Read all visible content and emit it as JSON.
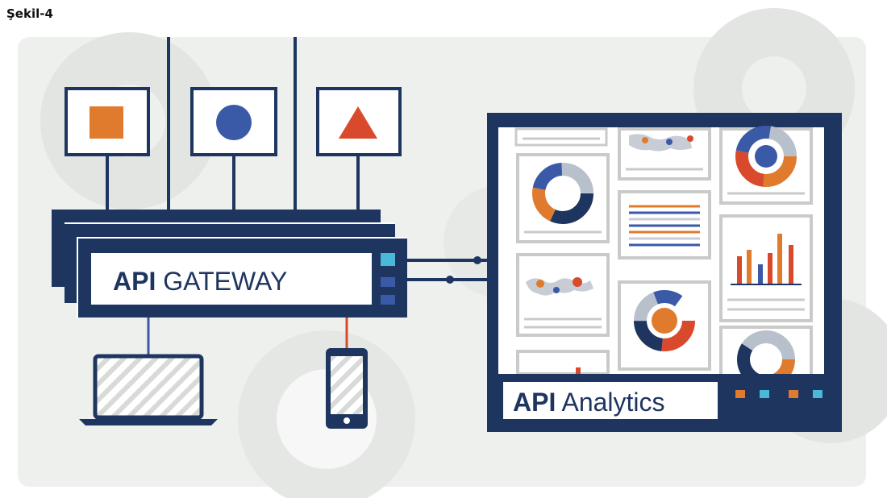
{
  "caption": "Şekil-4",
  "gateway": {
    "bold": "API",
    "rest": " GATEWAY"
  },
  "analytics": {
    "bold": "API",
    "rest": " Analytics"
  },
  "colors": {
    "navy": "#1e3560",
    "blue": "#3a5aa8",
    "orange": "#e07b2e",
    "red": "#d9492b",
    "cyan": "#4ab8d8",
    "light_grey": "#e3e6e3"
  },
  "services": [
    {
      "shape": "square",
      "icon": "square-icon"
    },
    {
      "shape": "circle",
      "icon": "circle-icon"
    },
    {
      "shape": "triangle",
      "icon": "triangle-icon"
    }
  ],
  "clients": [
    "laptop-icon",
    "phone-icon"
  ]
}
